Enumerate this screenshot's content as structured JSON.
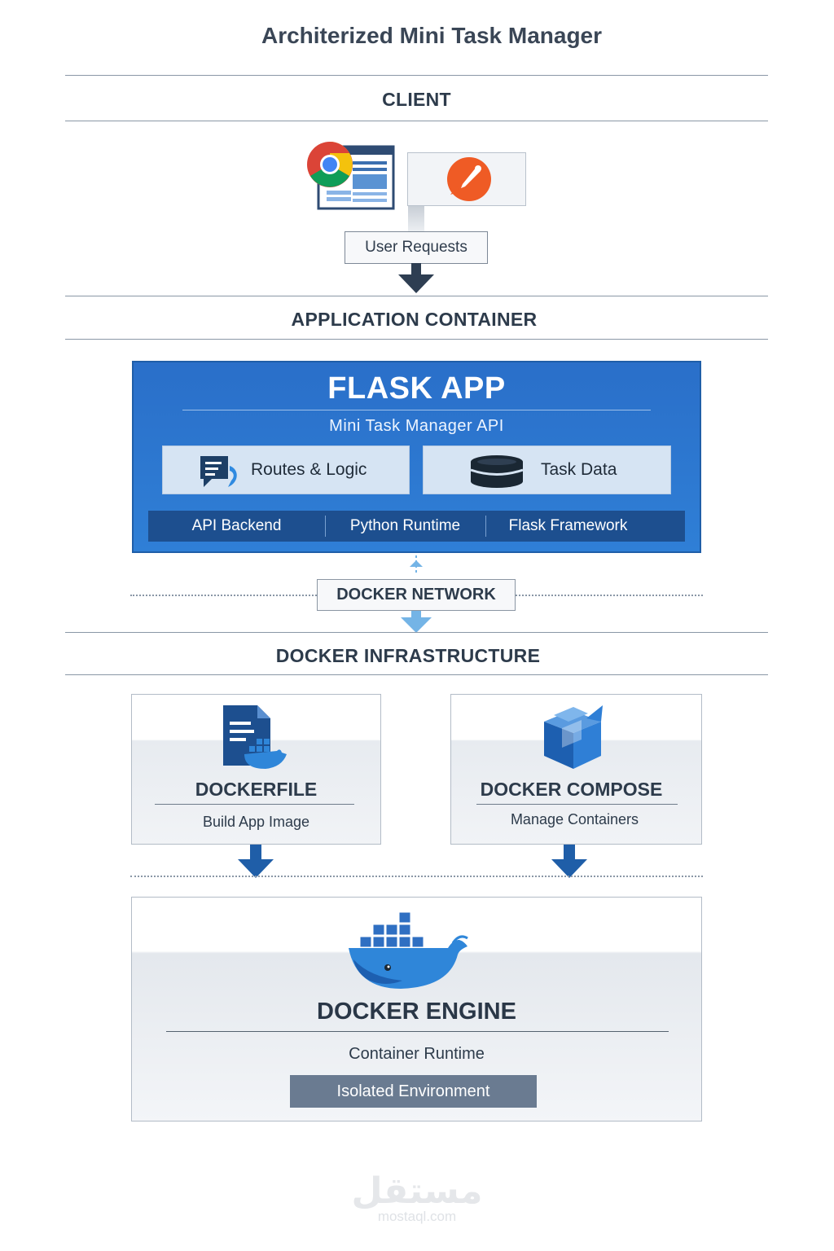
{
  "title": "Architerized Mini Task Manager",
  "sections": {
    "client": "CLIENT",
    "app_container": "APPLICATION CONTAINER",
    "infrastructure": "DOCKER INFRASTRUCTURE"
  },
  "client": {
    "user_requests": "User Requests",
    "icons": [
      "chrome-browser-icon",
      "postman-icon"
    ]
  },
  "flask": {
    "title": "FLASK APP",
    "subtitle": "Mini Task Manager API",
    "cards": [
      {
        "label": "Routes & Logic",
        "icon": "routes-logic-icon"
      },
      {
        "label": "Task Data",
        "icon": "database-icon"
      }
    ],
    "bar_items": [
      "API Backend",
      "Python Runtime",
      "Flask Framework"
    ]
  },
  "network": {
    "label": "DOCKER NETWORK"
  },
  "dockerfile": {
    "title": "DOCKERFILE",
    "subtitle": "Build App Image",
    "icon": "dockerfile-icon"
  },
  "compose": {
    "title": "DOCKER COMPOSE",
    "subtitle": "Manage Containers",
    "icon": "compose-box-icon"
  },
  "engine": {
    "title": "DOCKER ENGINE",
    "subtitle": "Container Runtime",
    "badge": "Isolated Environment",
    "icon": "docker-whale-icon"
  },
  "watermark": {
    "arabic": "مستقل",
    "latin": "mostaql.com"
  },
  "colors": {
    "flask_blue": "#2a6fc9",
    "flask_bar": "#1d4f8f",
    "arrow_dark": "#1f5ea8",
    "network_arrow": "#74b4e6",
    "badge_gray": "#6a7b91"
  }
}
